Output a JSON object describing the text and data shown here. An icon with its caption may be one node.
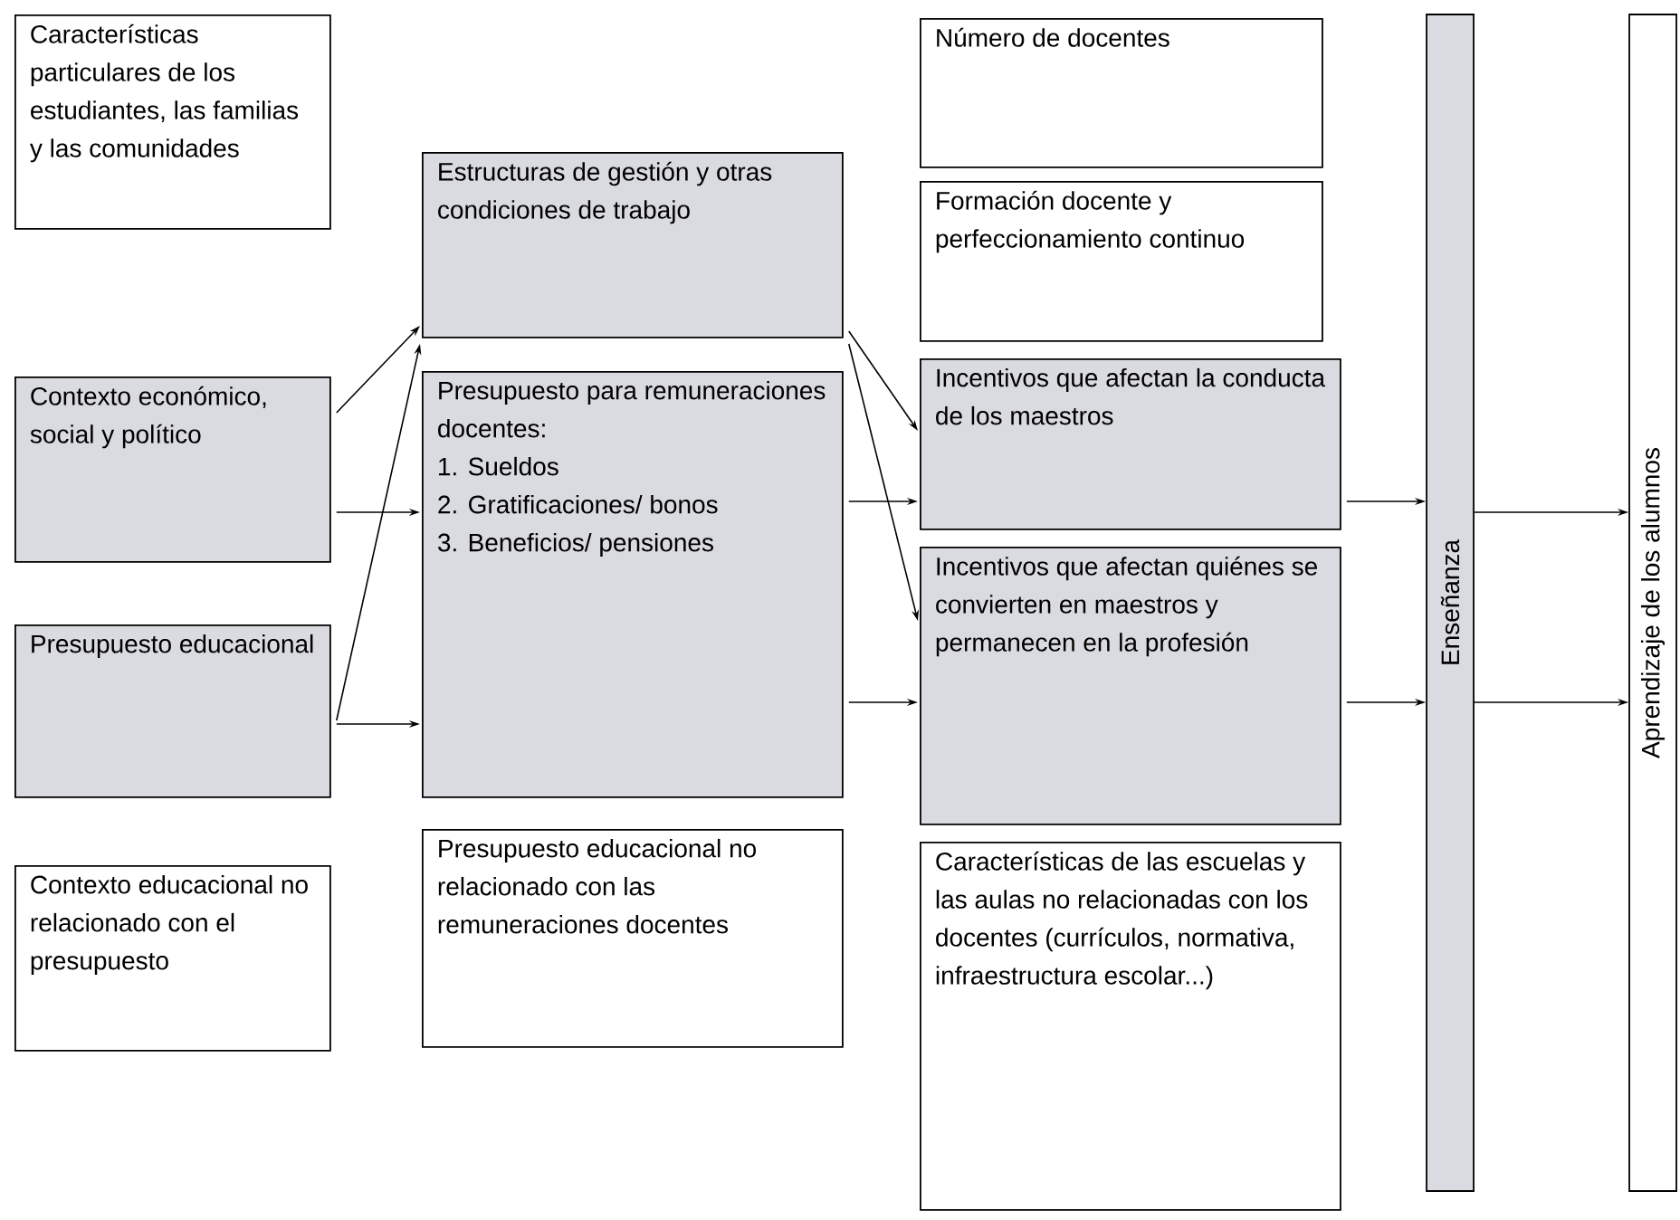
{
  "diagram": {
    "nodes": [
      {
        "text": [
          "Características particulares de los estudiantes, las familias y las comunidades"
        ]
      },
      {
        "text": [
          "Contexto económico, social y político"
        ]
      },
      {
        "text": [
          "Presupuesto educacional"
        ]
      },
      {
        "text": [
          "Contexto educacional no relacionado con el presupuesto"
        ]
      },
      {
        "text": [
          "Estructuras de gestión y otras condiciones de trabajo"
        ]
      },
      {
        "text": [
          "Presupuesto para remuneraciones docentes:",
          "1. Sueldos",
          "2. Gratificaciones/ bonos",
          "3. Beneficios/ pensiones"
        ]
      },
      {
        "text": [
          "Presupuesto educacional no relacionado con las remuneraciones docentes"
        ]
      },
      {
        "text": [
          "Número de docentes"
        ]
      },
      {
        "text": [
          "Formación docente y perfeccionamiento continuo"
        ]
      },
      {
        "text": [
          "Incentivos que afectan la conducta de los maestros"
        ]
      },
      {
        "text": [
          "Incentivos que afectan quiénes se convierten en maestros y permanecen en la profesión"
        ]
      },
      {
        "text": [
          "Características de las escuelas y las aulas no relacionadas con los docentes (currículos, normativa, infraestructura escolar...)"
        ]
      },
      {
        "text": [
          "Enseñanza"
        ]
      },
      {
        "text": [
          "Aprendizaje de los alumnos"
        ]
      }
    ],
    "edges": [
      {
        "from": 1,
        "to": 4,
        "arrow": "to"
      },
      {
        "from": 2,
        "to": 4,
        "arrow": "to"
      },
      {
        "from": 1,
        "to": 5,
        "arrow": "to"
      },
      {
        "from": 2,
        "to": 5,
        "arrow": "to"
      },
      {
        "from": 4,
        "to": 9,
        "arrow": "to"
      },
      {
        "from": 4,
        "to": 10,
        "arrow": "to"
      },
      {
        "from": 5,
        "to": 9,
        "arrow": "to"
      },
      {
        "from": 5,
        "to": 10,
        "arrow": "to"
      },
      {
        "from": 9,
        "to": 12,
        "arrow": "to"
      },
      {
        "from": 10,
        "to": 12,
        "arrow": "to"
      },
      {
        "from": 12,
        "to": 13,
        "arrow": "to"
      },
      {
        "from": 12,
        "to": 13,
        "arrow": "to"
      }
    ]
  }
}
